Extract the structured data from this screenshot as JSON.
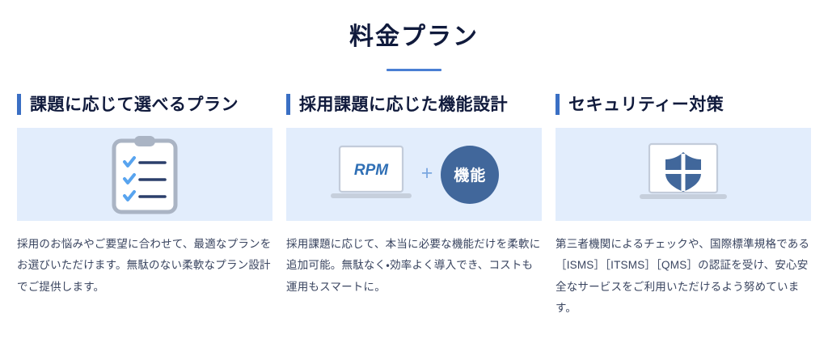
{
  "section": {
    "title": "料金プラン"
  },
  "cards": [
    {
      "title": "課題に応じて選べるプラン",
      "figure_icon": "clipboard-checklist-icon",
      "text": "採用のお悩みやご要望に合わせて、最適なプランをお選びいただけます。無駄のない柔軟なプラン設計でご提供します。"
    },
    {
      "title": "採用課題に応じた機能設計",
      "figure_icon": "laptop-plus-feature-icon",
      "laptop_logo": "RPM",
      "plus_symbol": "+",
      "circle_label": "機能",
      "text": "採用課題に応じて、本当に必要な機能だけを柔軟に追加可能。無駄なく・効率よく導入でき、コストも運用もスマートに。"
    },
    {
      "title": "セキュリティー対策",
      "figure_icon": "laptop-shield-icon",
      "text": "第三者機関によるチェックや、国際標準規格である［ISMS］［ITSMS］［QMS］の認証を受け、安心安全なサービスをご利用いただけるよう努めています。"
    }
  ],
  "colors": {
    "accent_blue": "#3a6fc4",
    "title_navy": "#101a3c",
    "figure_bg": "#e2edfc",
    "circle_navy": "#41679b",
    "logo_blue": "#2f6fb5",
    "body_text": "#3a4560"
  }
}
